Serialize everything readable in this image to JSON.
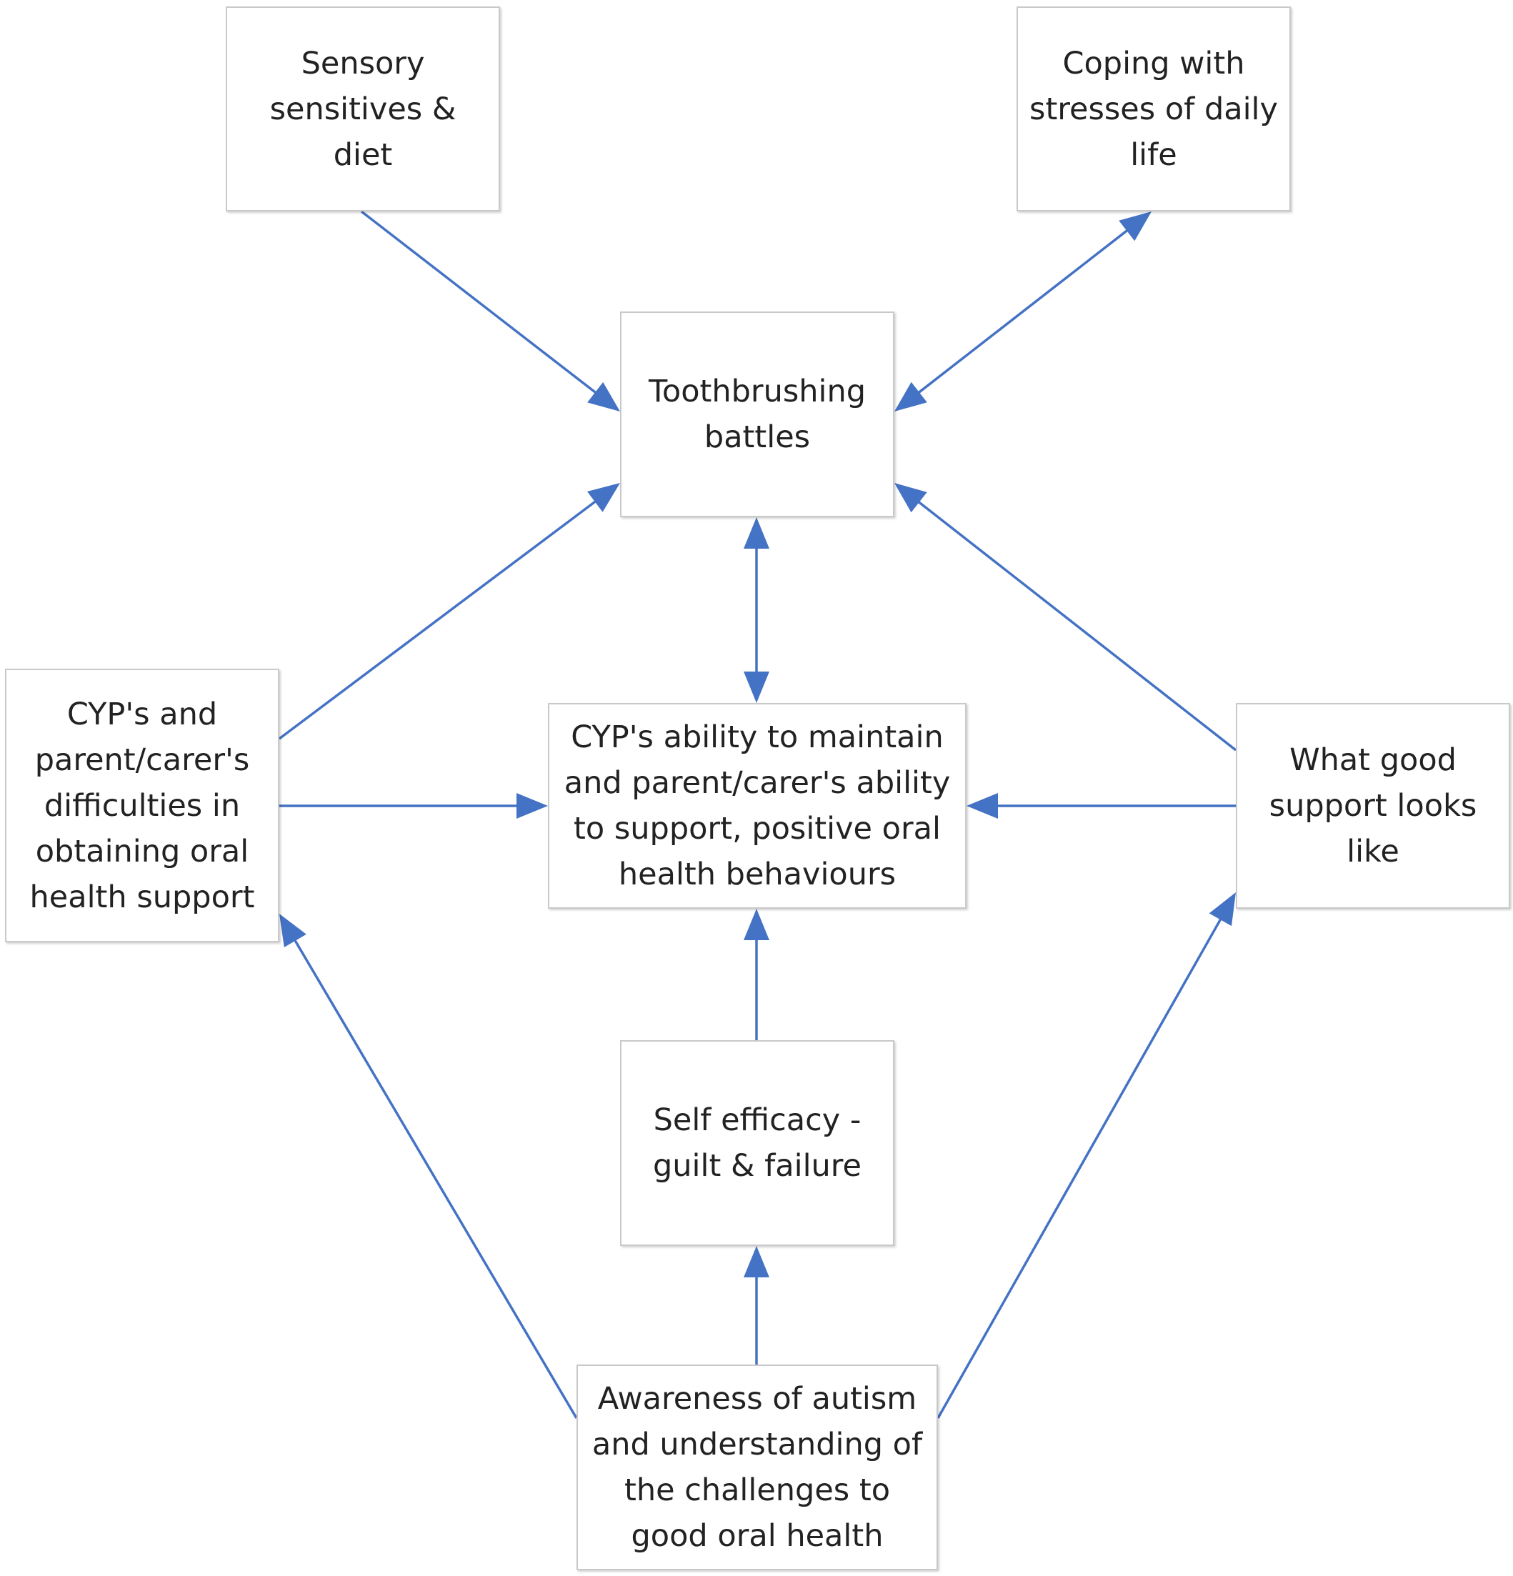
{
  "nodes": {
    "sensory": {
      "text": "Sensory\nsensitives & diet"
    },
    "coping": {
      "text": "Coping with\nstresses of daily\nlife"
    },
    "tooth": {
      "text": "Toothbrushing\nbattles"
    },
    "difficult": {
      "text": "CYP's and\nparent/carer's\ndifficulties in\nobtaining oral\nhealth support"
    },
    "ability": {
      "text": "CYP's ability to maintain\nand parent/carer's ability\nto support, positive oral\nhealth behaviours"
    },
    "good": {
      "text": "What good\nsupport looks\nlike"
    },
    "efficacy": {
      "text": "Self efficacy -\nguilt & failure"
    },
    "awareness": {
      "text": "Awareness of autism\nand understanding of\nthe challenges to\ngood oral health"
    }
  },
  "edges": [
    {
      "from": "sensory",
      "to": "tooth",
      "direction": "forward"
    },
    {
      "from": "tooth",
      "to": "coping",
      "direction": "both"
    },
    {
      "from": "difficult",
      "to": "tooth",
      "direction": "forward"
    },
    {
      "from": "good",
      "to": "tooth",
      "direction": "forward"
    },
    {
      "from": "tooth",
      "to": "ability",
      "direction": "both"
    },
    {
      "from": "difficult",
      "to": "ability",
      "direction": "forward"
    },
    {
      "from": "good",
      "to": "ability",
      "direction": "forward"
    },
    {
      "from": "efficacy",
      "to": "ability",
      "direction": "forward"
    },
    {
      "from": "awareness",
      "to": "efficacy",
      "direction": "forward"
    },
    {
      "from": "awareness",
      "to": "difficult",
      "direction": "forward"
    },
    {
      "from": "awareness",
      "to": "good",
      "direction": "forward"
    }
  ],
  "colors": {
    "arrow": "#4472c4",
    "box_border": "#c9c9c9",
    "text": "#222222"
  }
}
